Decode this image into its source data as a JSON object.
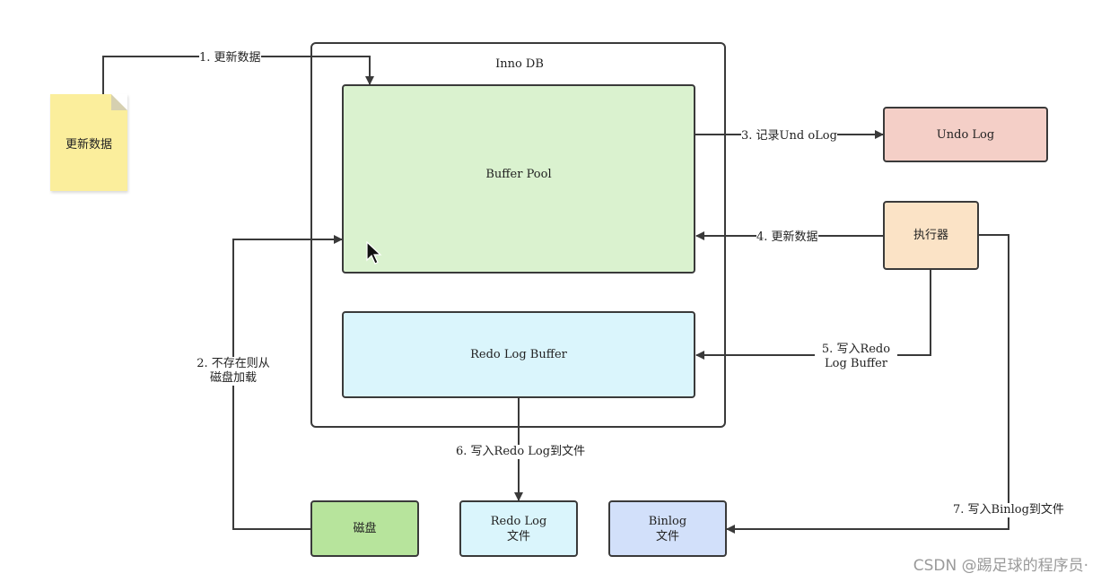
{
  "diagram": {
    "container_title": "Inno DB",
    "nodes": {
      "note": "更新数据",
      "buffer_pool": "Buffer Pool",
      "redo_log_buffer": "Redo Log Buffer",
      "undo_log": "Undo Log",
      "executor": "执行器",
      "disk": "磁盘",
      "redo_log_file_line1": "Redo Log",
      "redo_log_file_line2": "文件",
      "binlog_file_line1": "Binlog",
      "binlog_file_line2": "文件"
    },
    "edges": {
      "e1": "1. 更新数据",
      "e2_line1": "2. 不存在则从",
      "e2_line2": "磁盘加载",
      "e3": "3. 记录Und oLog",
      "e4": "4. 更新数据",
      "e5_line1": "5. 写入Redo",
      "e5_line2": "Log Buffer",
      "e6": "6. 写入Redo Log到文件",
      "e7": "7. 写入Binlog到文件"
    },
    "colors": {
      "note": "#fbee9c",
      "buffer_pool": "#daf2cf",
      "redo_log_buffer": "#daf5fc",
      "undo_log": "#f4cfc7",
      "executor": "#fbe3c6",
      "disk": "#b7e49c",
      "redo_log_file": "#daf5fc",
      "binlog_file": "#d2e0fa",
      "line": "#3a3a3a"
    }
  },
  "watermark": "CSDN @踢足球的程序员·"
}
